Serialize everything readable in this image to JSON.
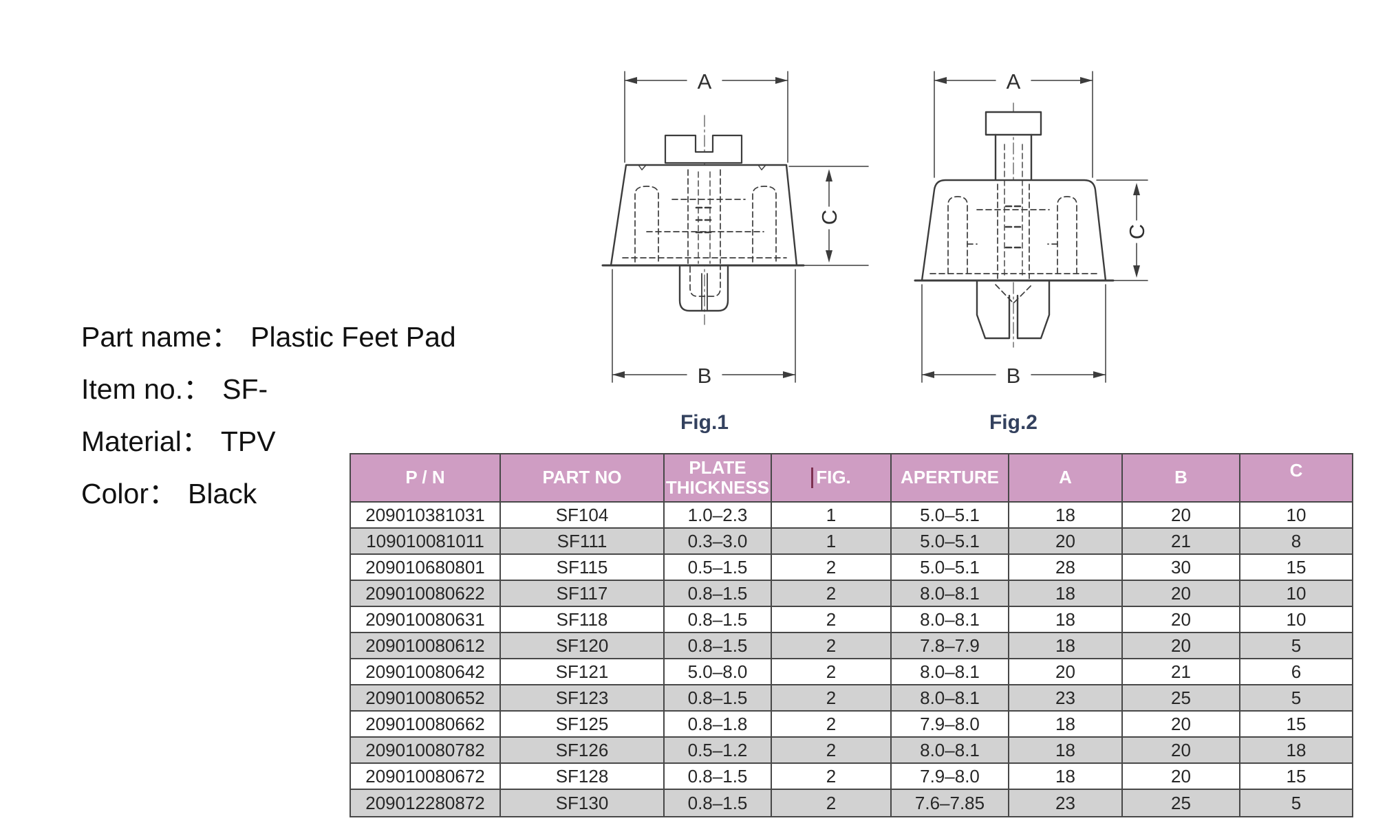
{
  "info": {
    "lines": [
      {
        "label": "Part name：",
        "value": "Plastic Feet Pad"
      },
      {
        "label": "Item no.：",
        "value": "SF-"
      },
      {
        "label": "Material：",
        "value": "TPV"
      },
      {
        "label": "Color：",
        "value": "Black"
      }
    ]
  },
  "figures": {
    "dim_labels": {
      "a": "A",
      "b": "B",
      "c": "C"
    },
    "fig1": {
      "label": "Fig.1"
    },
    "fig2": {
      "label": "Fig.2"
    }
  },
  "colors": {
    "table_header_bg": "#cf9dc3",
    "table_alt_row_bg": "#d2d2d2",
    "line_art": "#3c3c3c",
    "fig_label_text": "#33415e"
  },
  "table": {
    "columns": [
      "P / N",
      "PART NO",
      "PLATE THICKNESS",
      "FIG.",
      "APERTURE",
      "A",
      "B",
      "C"
    ],
    "rows": [
      {
        "pn": "209010381031",
        "part_no": "SF104",
        "plate_thickness": "1.0–2.3",
        "fig": "1",
        "aperture": "5.0–5.1",
        "a": "18",
        "b": "20",
        "c": "10"
      },
      {
        "pn": "109010081011",
        "part_no": "SF111",
        "plate_thickness": "0.3–3.0",
        "fig": "1",
        "aperture": "5.0–5.1",
        "a": "20",
        "b": "21",
        "c": "8"
      },
      {
        "pn": "209010680801",
        "part_no": "SF115",
        "plate_thickness": "0.5–1.5",
        "fig": "2",
        "aperture": "5.0–5.1",
        "a": "28",
        "b": "30",
        "c": "15"
      },
      {
        "pn": "209010080622",
        "part_no": "SF117",
        "plate_thickness": "0.8–1.5",
        "fig": "2",
        "aperture": "8.0–8.1",
        "a": "18",
        "b": "20",
        "c": "10"
      },
      {
        "pn": "209010080631",
        "part_no": "SF118",
        "plate_thickness": "0.8–1.5",
        "fig": "2",
        "aperture": "8.0–8.1",
        "a": "18",
        "b": "20",
        "c": "10"
      },
      {
        "pn": "209010080612",
        "part_no": "SF120",
        "plate_thickness": "0.8–1.5",
        "fig": "2",
        "aperture": "7.8–7.9",
        "a": "18",
        "b": "20",
        "c": "5"
      },
      {
        "pn": "209010080642",
        "part_no": "SF121",
        "plate_thickness": "5.0–8.0",
        "fig": "2",
        "aperture": "8.0–8.1",
        "a": "20",
        "b": "21",
        "c": "6"
      },
      {
        "pn": "209010080652",
        "part_no": "SF123",
        "plate_thickness": "0.8–1.5",
        "fig": "2",
        "aperture": "8.0–8.1",
        "a": "23",
        "b": "25",
        "c": "5"
      },
      {
        "pn": "209010080662",
        "part_no": "SF125",
        "plate_thickness": "0.8–1.8",
        "fig": "2",
        "aperture": "7.9–8.0",
        "a": "18",
        "b": "20",
        "c": "15"
      },
      {
        "pn": "209010080782",
        "part_no": "SF126",
        "plate_thickness": "0.5–1.2",
        "fig": "2",
        "aperture": "8.0–8.1",
        "a": "18",
        "b": "20",
        "c": "18"
      },
      {
        "pn": "209010080672",
        "part_no": "SF128",
        "plate_thickness": "0.8–1.5",
        "fig": "2",
        "aperture": "7.9–8.0",
        "a": "18",
        "b": "20",
        "c": "15"
      },
      {
        "pn": "209012280872",
        "part_no": "SF130",
        "plate_thickness": "0.8–1.5",
        "fig": "2",
        "aperture": "7.6–7.85",
        "a": "23",
        "b": "25",
        "c": "5"
      }
    ]
  }
}
